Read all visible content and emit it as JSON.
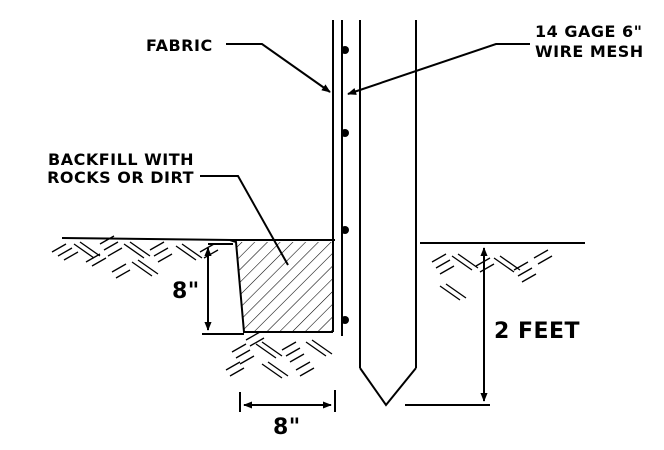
{
  "labels": {
    "fabric": "FABRIC",
    "wire_mesh_line1": "14 GAGE 6\"",
    "wire_mesh_line2": "WIRE MESH",
    "backfill_line1": "BACKFILL WITH",
    "backfill_line2": "ROCKS OR DIRT",
    "trench_depth": "8\"",
    "trench_width": "8\"",
    "post_depth": "2 FEET"
  },
  "colors": {
    "line": "#000000",
    "background": "#ffffff"
  }
}
